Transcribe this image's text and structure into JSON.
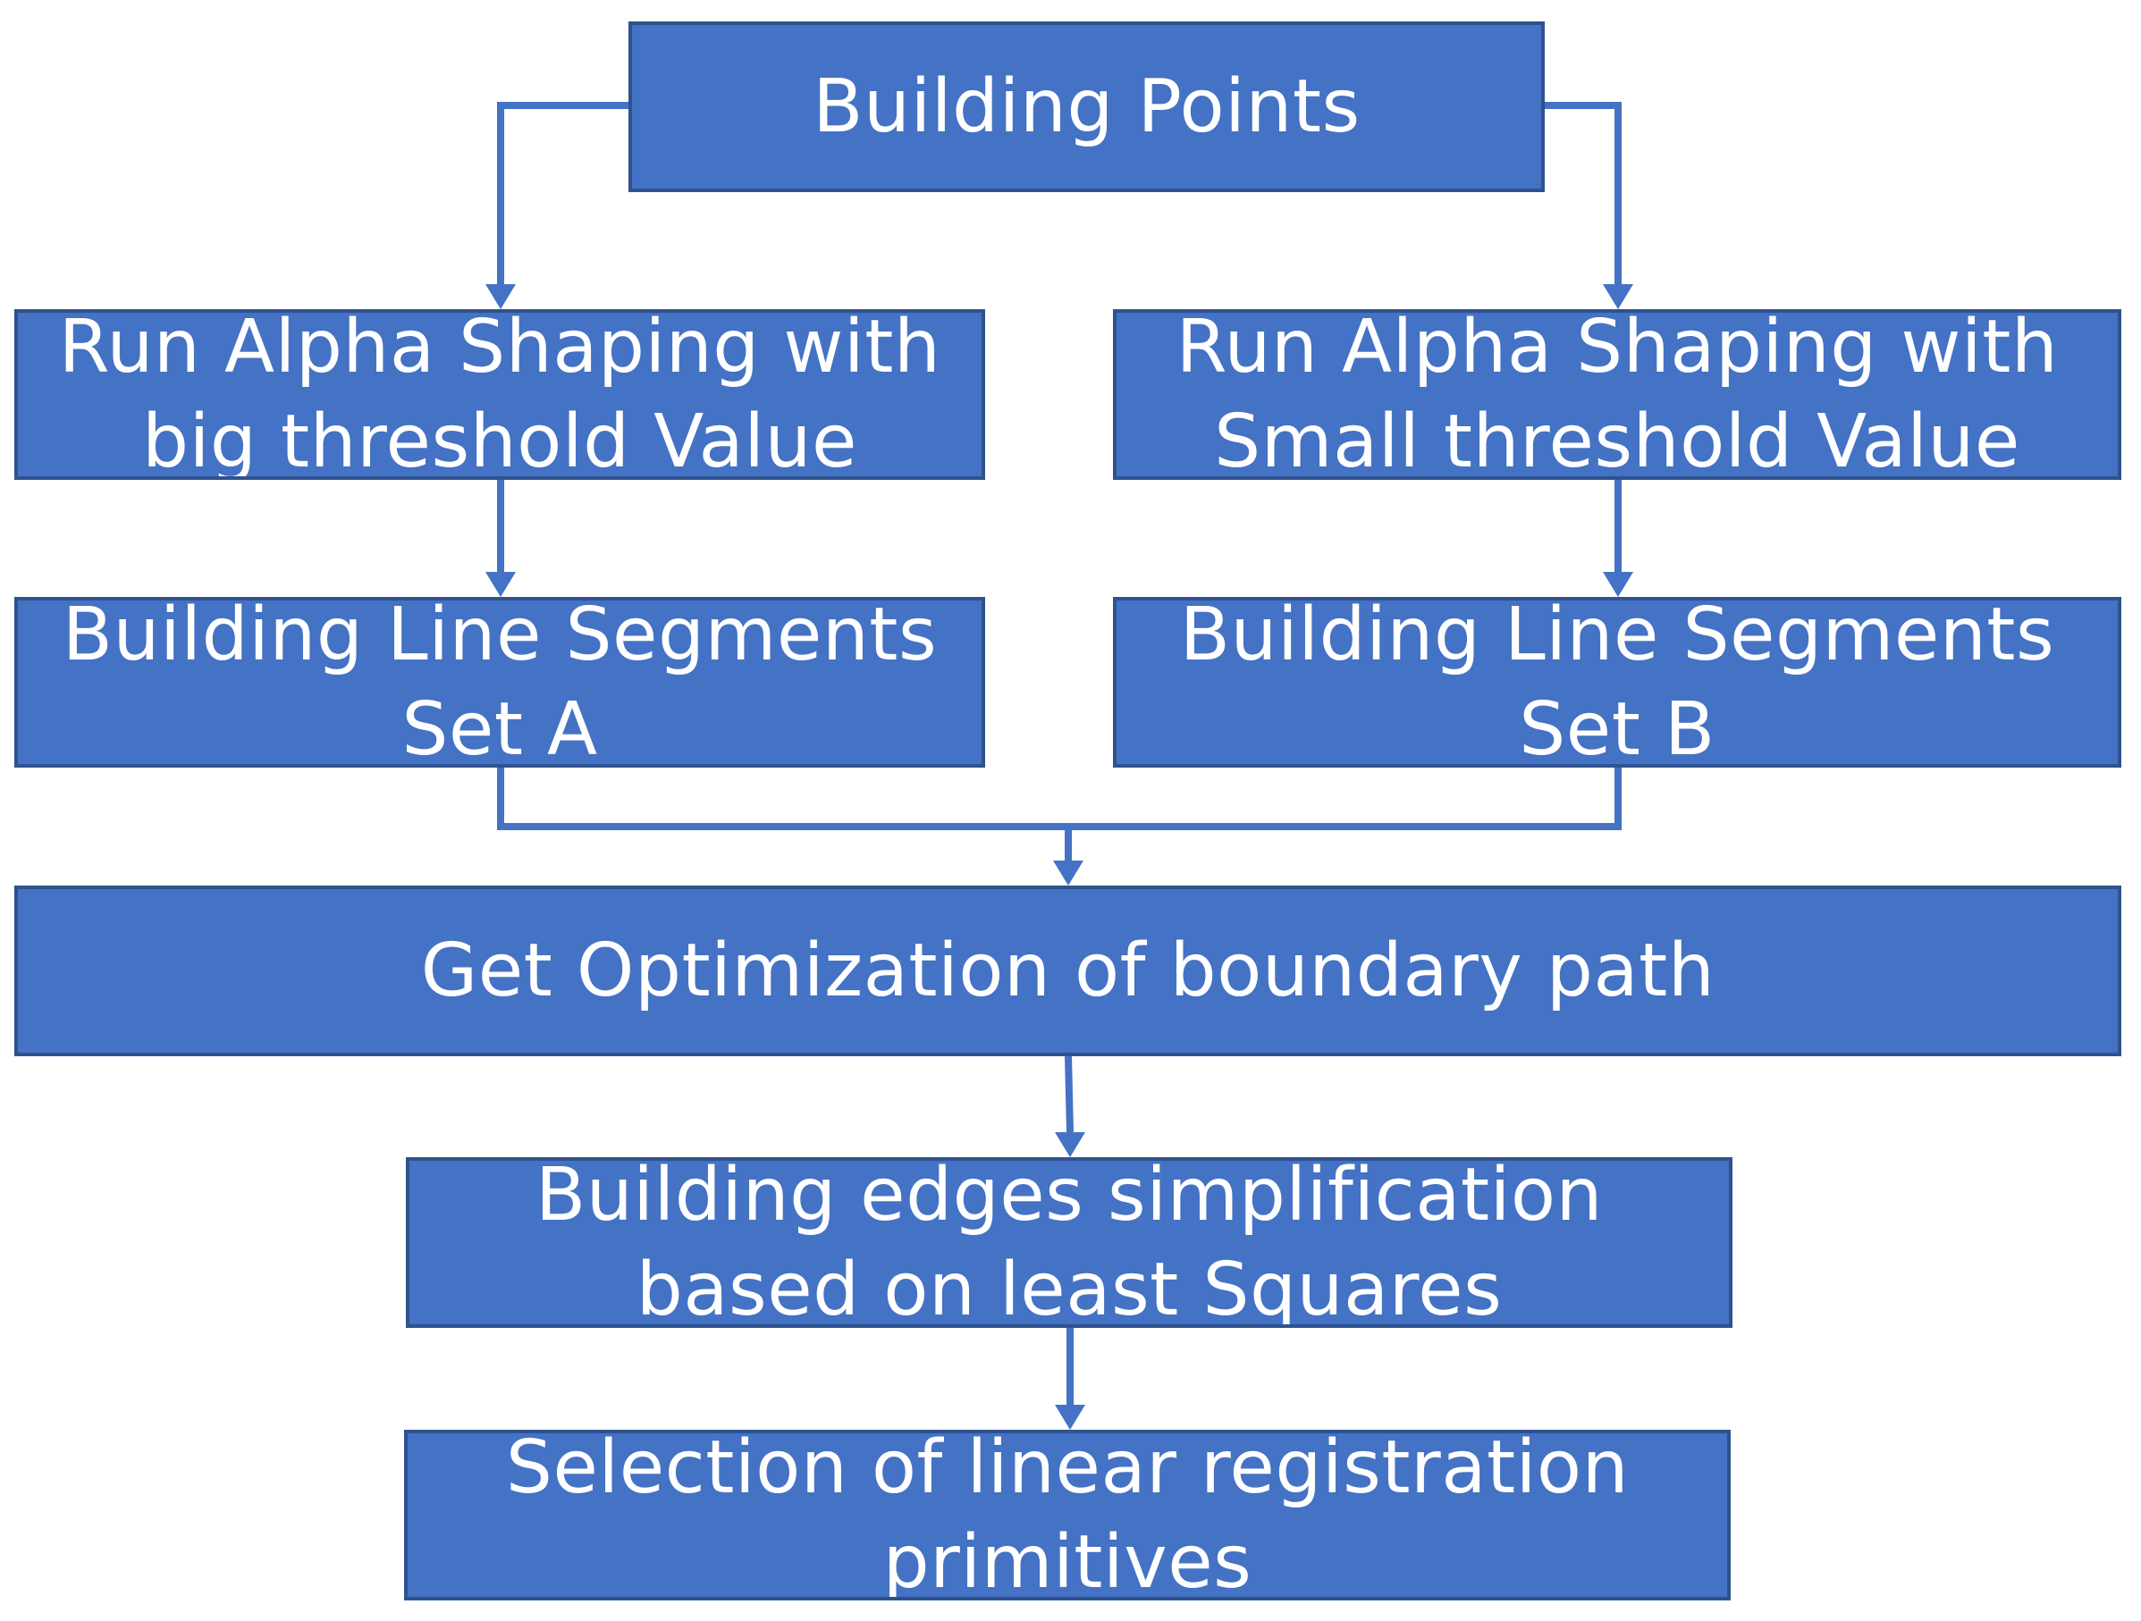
{
  "diagram": {
    "nodes": {
      "root": "Building Points",
      "alpha_big": "Run Alpha Shaping with\nbig threshold Value",
      "alpha_small": "Run Alpha Shaping with\nSmall threshold Value",
      "set_a": "Building Line Segments\nSet A",
      "set_b": "Building Line Segments\nSet B",
      "optimization": "Get Optimization of boundary path",
      "simplification": "Building edges simplification\nbased on least Squares",
      "selection": "Selection of linear registration\nprimitives"
    },
    "colors": {
      "box_fill": "#4472C4",
      "box_border": "#2F528F",
      "text": "#ffffff",
      "connector": "#4472C4"
    },
    "edges": [
      [
        "root",
        "alpha_big"
      ],
      [
        "root",
        "alpha_small"
      ],
      [
        "alpha_big",
        "set_a"
      ],
      [
        "alpha_small",
        "set_b"
      ],
      [
        "set_a",
        "optimization"
      ],
      [
        "set_b",
        "optimization"
      ],
      [
        "optimization",
        "simplification"
      ],
      [
        "simplification",
        "selection"
      ]
    ]
  }
}
